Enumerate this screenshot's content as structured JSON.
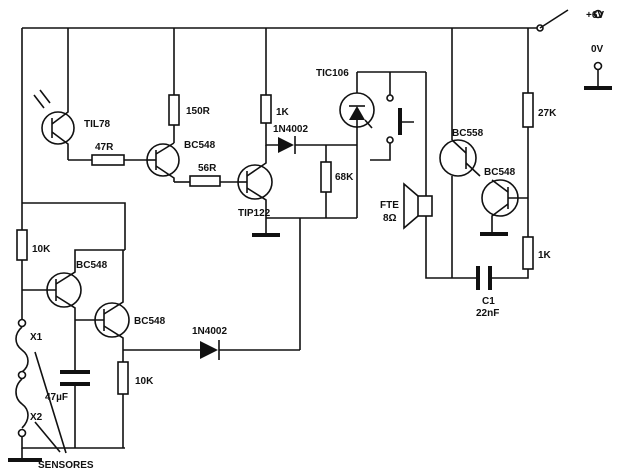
{
  "supply": {
    "plus": "+6V",
    "zero": "0V"
  },
  "components": {
    "q_til": "TIL78",
    "r_47": "47R",
    "r_150": "150R",
    "q_bc548_top": "BC548",
    "r_56": "56R",
    "r_1k_top": "1K",
    "d_top": "1N4002",
    "q_tip": "TIP122",
    "scr": "TIC106",
    "r_68k": "68K",
    "speaker": "FTE",
    "speaker_imp": "8Ω",
    "q_bc558": "BC558",
    "q_bc548_right": "BC548",
    "r_27k": "27K",
    "r_1k_right": "1K",
    "c1": "C1",
    "c1_val": "22nF",
    "r_10k_left": "10K",
    "q_bc548_left": "BC548",
    "q_bc548_mid": "BC548",
    "d_bottom": "1N4002",
    "r_10k_bottom": "10K",
    "c_47": "47µF",
    "x1": "X1",
    "x2": "X2",
    "sensors": "SENSORES"
  }
}
